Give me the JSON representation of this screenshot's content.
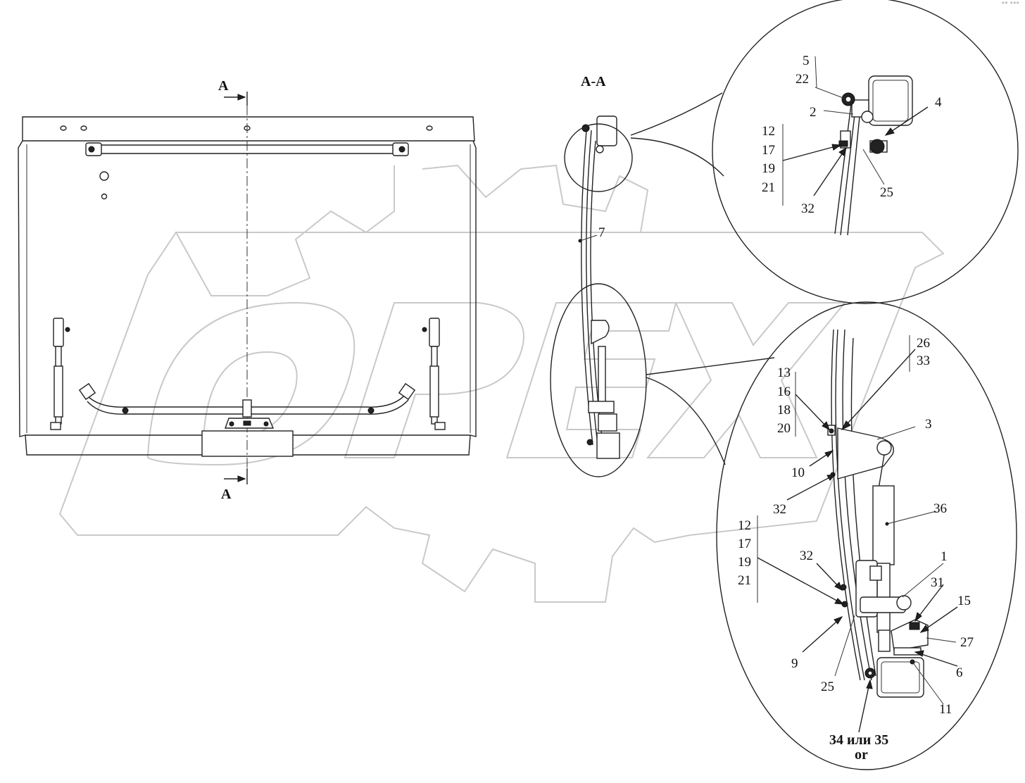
{
  "section_marks": {
    "top_a": "A",
    "bottom_a": "A",
    "section_title": "A-A"
  },
  "corner_mark": "°° °°°",
  "callouts": {
    "c7": "7",
    "top_detail": {
      "c5": "5",
      "c22": "22",
      "c2": "2",
      "c4": "4",
      "c12": "12",
      "c17": "17",
      "c19": "19",
      "c21": "21",
      "c32": "32",
      "c25": "25"
    },
    "bottom_detail": {
      "c26": "26",
      "c33": "33",
      "c13": "13",
      "c16": "16",
      "c18": "18",
      "c20": "20",
      "c3": "3",
      "c10": "10",
      "c32a": "32",
      "c36": "36",
      "c12": "12",
      "c17": "17",
      "c19": "19",
      "c21": "21",
      "c32b": "32",
      "c1": "1",
      "c31": "31",
      "c15": "15",
      "c27": "27",
      "c6": "6",
      "c9": "9",
      "c25": "25",
      "c11": "11",
      "c34": "34 или 35",
      "c_or": "or"
    }
  },
  "watermark": {
    "logo": "OPEX"
  },
  "colors": {
    "line": "#222222",
    "watermark": "#c9c9c9",
    "background": "#ffffff"
  }
}
